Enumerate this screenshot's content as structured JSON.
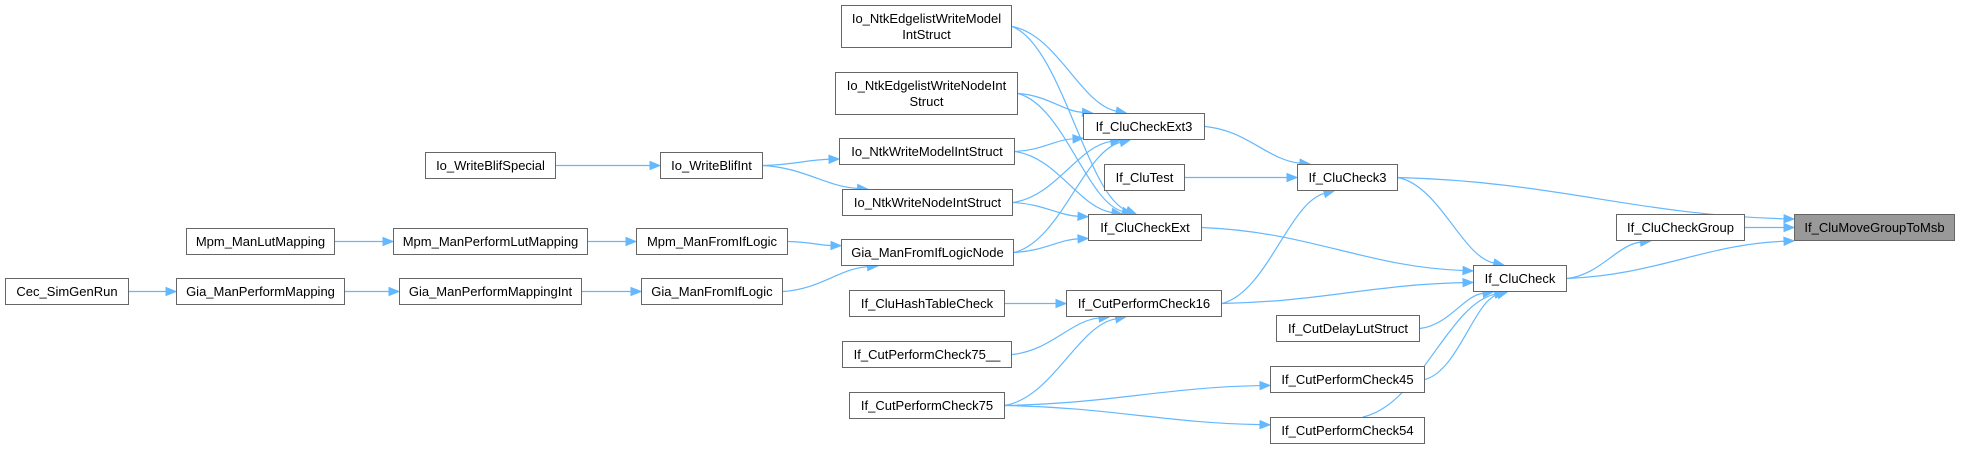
{
  "graph": {
    "edge_color": "#63b8ff",
    "focus_node_fill": "#999999",
    "nodes": [
      {
        "id": "cec",
        "label": "Cec_SimGenRun"
      },
      {
        "id": "gpm",
        "label": "Gia_ManPerformMapping"
      },
      {
        "id": "gpmi",
        "label": "Gia_ManPerformMappingInt"
      },
      {
        "id": "gfl",
        "label": "Gia_ManFromIfLogic"
      },
      {
        "id": "mlm",
        "label": "Mpm_ManLutMapping"
      },
      {
        "id": "mplm",
        "label": "Mpm_ManPerformLutMapping"
      },
      {
        "id": "mfl",
        "label": "Mpm_ManFromIfLogic"
      },
      {
        "id": "wbs",
        "label": "Io_WriteBlifSpecial"
      },
      {
        "id": "wbi",
        "label": "Io_WriteBlifInt"
      },
      {
        "id": "ewm",
        "label": "Io_NtkEdgelistWriteModel\nIntStruct"
      },
      {
        "id": "ewn",
        "label": "Io_NtkEdgelistWriteNodeInt\nStruct"
      },
      {
        "id": "nwm",
        "label": "Io_NtkWriteModelIntStruct"
      },
      {
        "id": "nwn",
        "label": "Io_NtkWriteNodeIntStruct"
      },
      {
        "id": "gfln",
        "label": "Gia_ManFromIfLogicNode"
      },
      {
        "id": "chtc",
        "label": "If_CluHashTableCheck"
      },
      {
        "id": "cp75u",
        "label": "If_CutPerformCheck75__"
      },
      {
        "id": "cp75",
        "label": "If_CutPerformCheck75"
      },
      {
        "id": "cce3",
        "label": "If_CluCheckExt3"
      },
      {
        "id": "ctest",
        "label": "If_CluTest"
      },
      {
        "id": "cc3",
        "label": "If_CluCheck3"
      },
      {
        "id": "cce",
        "label": "If_CluCheckExt"
      },
      {
        "id": "ccg",
        "label": "If_CluCheckGroup"
      },
      {
        "id": "cmg",
        "label": "If_CluMoveGroupToMsb",
        "focus": true
      },
      {
        "id": "cc",
        "label": "If_CluCheck"
      },
      {
        "id": "cp16",
        "label": "If_CutPerformCheck16"
      },
      {
        "id": "cdls",
        "label": "If_CutDelayLutStruct"
      },
      {
        "id": "cp45",
        "label": "If_CutPerformCheck45"
      },
      {
        "id": "cp54",
        "label": "If_CutPerformCheck54"
      }
    ],
    "edges": [
      [
        "cec",
        "gpm"
      ],
      [
        "gpm",
        "gpmi"
      ],
      [
        "gpmi",
        "gfl"
      ],
      [
        "gfl",
        "gfln"
      ],
      [
        "mlm",
        "mplm"
      ],
      [
        "mplm",
        "mfl"
      ],
      [
        "mfl",
        "gfln"
      ],
      [
        "wbs",
        "wbi"
      ],
      [
        "wbi",
        "nwm"
      ],
      [
        "wbi",
        "nwn"
      ],
      [
        "ewm",
        "cce3"
      ],
      [
        "ewm",
        "cce"
      ],
      [
        "ewn",
        "cce3"
      ],
      [
        "ewn",
        "cce"
      ],
      [
        "nwm",
        "cce3"
      ],
      [
        "nwm",
        "cce"
      ],
      [
        "nwn",
        "cce3"
      ],
      [
        "nwn",
        "cce"
      ],
      [
        "gfln",
        "cce3"
      ],
      [
        "gfln",
        "cce"
      ],
      [
        "cce3",
        "cc3"
      ],
      [
        "ctest",
        "cc3"
      ],
      [
        "cc3",
        "cmg"
      ],
      [
        "cc3",
        "cc"
      ],
      [
        "cce",
        "cc"
      ],
      [
        "cp16",
        "cc3"
      ],
      [
        "cp16",
        "cc"
      ],
      [
        "chtc",
        "cp16"
      ],
      [
        "cp75u",
        "cp16"
      ],
      [
        "cp75",
        "cp16"
      ],
      [
        "cp75",
        "cp45"
      ],
      [
        "cp75",
        "cp54"
      ],
      [
        "cdls",
        "cc"
      ],
      [
        "cp45",
        "cc"
      ],
      [
        "cp54",
        "cc"
      ],
      [
        "cc",
        "ccg"
      ],
      [
        "cc",
        "cmg"
      ],
      [
        "ccg",
        "cmg"
      ]
    ]
  }
}
